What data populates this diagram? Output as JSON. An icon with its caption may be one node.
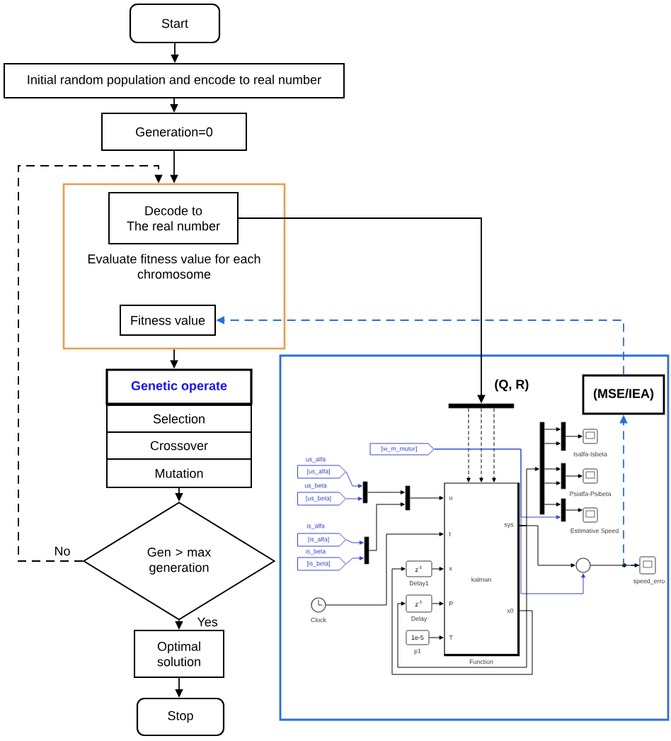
{
  "diagram": {
    "nodes": [
      {
        "text": [
          "Start"
        ]
      },
      {
        "text": [
          "Initial random population and encode to real number"
        ]
      },
      {
        "text": [
          "Generation=0"
        ]
      },
      {
        "text": [
          "Evaluate fitness value for each chromosome"
        ]
      },
      {
        "text": [
          "Decode to",
          "The real number"
        ],
        "in": 3
      },
      {
        "text": [
          "Fitness value"
        ],
        "in": 3
      },
      {
        "text": [
          "Genetic operate"
        ]
      },
      {
        "text": [
          "Selection"
        ]
      },
      {
        "text": [
          "Crossover"
        ]
      },
      {
        "text": [
          "Mutation"
        ]
      },
      {
        "text": [
          "Gen > max generation"
        ]
      },
      {
        "text": [
          "Optimal solution"
        ]
      },
      {
        "text": [
          "Stop"
        ]
      },
      {
        "text": [],
        "shape": "box"
      },
      {
        "text": [
          "(MSE/IEA)"
        ],
        "in": 13
      },
      {
        "text": [],
        "shape": "bar",
        "in": 13
      },
      {
        "text": [
          "kalman",
          "u",
          "t",
          "x",
          "P",
          "T",
          "sys",
          "x0"
        ],
        "beside": [
          "Function"
        ],
        "in": 13
      },
      {
        "text": [
          "[w_m_motor]"
        ],
        "in": 13
      },
      {
        "text": [
          "[us_alfa]"
        ],
        "beside": [
          "us_alfa"
        ],
        "in": 13
      },
      {
        "text": [
          "[us_beta]"
        ],
        "beside": [
          "us_beta"
        ],
        "in": 13
      },
      {
        "text": [
          "[is_alfa]"
        ],
        "beside": [
          "is_alfa"
        ],
        "in": 13
      },
      {
        "text": [
          "[is_beta]"
        ],
        "beside": [
          "is_beta"
        ],
        "in": 13
      },
      {
        "text": [],
        "shape": "bar",
        "in": 13
      },
      {
        "text": [],
        "shape": "bar",
        "in": 13
      },
      {
        "text": [],
        "shape": "bar",
        "in": 13
      },
      {
        "text": [],
        "shape": "circle",
        "beside": [
          "Clock"
        ],
        "in": 13
      },
      {
        "text": [
          "z$^{-1}$"
        ],
        "beside": [
          "Delay1"
        ],
        "in": 13
      },
      {
        "text": [
          "z$^{-1}$"
        ],
        "beside": [
          "Delay"
        ],
        "in": 13
      },
      {
        "text": [
          "1e-5"
        ],
        "beside": [
          "p1"
        ],
        "in": 13
      },
      {
        "text": [],
        "shape": "bar",
        "in": 13
      },
      {
        "text": [],
        "shape": "bar",
        "in": 13
      },
      {
        "text": [],
        "shape": "bar",
        "in": 13
      },
      {
        "text": [],
        "shape": "bar",
        "in": 13
      },
      {
        "text": [],
        "shape": "box",
        "beside": [
          "Isalfa-Isbeta"
        ],
        "in": 13
      },
      {
        "text": [],
        "shape": "box",
        "beside": [
          "Psialfa-Psibeta"
        ],
        "in": 13
      },
      {
        "text": [],
        "shape": "box",
        "beside": [
          "Estimative Speed"
        ],
        "in": 13
      },
      {
        "text": [],
        "shape": "circle",
        "in": 13
      },
      {
        "text": [],
        "shape": "box",
        "beside": [
          "speed_erro"
        ],
        "in": 13
      }
    ],
    "edges": [
      {
        "from": 0,
        "to": 1,
        "arrow": "to"
      },
      {
        "from": 1,
        "to": 2,
        "arrow": "to"
      },
      {
        "from": 2,
        "to": 3,
        "arrow": "to"
      },
      {
        "from": 3,
        "to": 6,
        "arrow": "to"
      },
      {
        "from": 9,
        "to": 10,
        "arrow": "to"
      },
      {
        "from": 10,
        "to": 11,
        "arrow": "to",
        "label": "Yes"
      },
      {
        "from": 10,
        "to": 3,
        "arrow": "to",
        "label": "No",
        "style": "dashed"
      },
      {
        "from": 4,
        "to": 15,
        "arrow": "to",
        "label": "(Q, R)"
      },
      {
        "from": 14,
        "to": 5,
        "arrow": "to",
        "style": "dashed",
        "color": "#2b6fd9"
      },
      {
        "from": 37,
        "to": 14,
        "arrow": "to",
        "style": "dashed",
        "color": "#2b6fd9"
      },
      {
        "from": 15,
        "to": 16,
        "arrow": "to",
        "style": "dashed"
      },
      {
        "from": 15,
        "to": 16,
        "arrow": "to",
        "style": "dashed"
      },
      {
        "from": 15,
        "to": 16,
        "arrow": "to",
        "style": "dashed"
      },
      {
        "from": 17,
        "to": 36,
        "arrow": "to",
        "color": "#3446c8"
      },
      {
        "from": 17,
        "to": 32,
        "arrow": "to",
        "color": "#3446c8"
      },
      {
        "from": 18,
        "to": 22,
        "arrow": "to",
        "color": "#3446c8"
      },
      {
        "from": 19,
        "to": 22,
        "arrow": "to",
        "color": "#3446c8"
      },
      {
        "from": 20,
        "to": 23,
        "arrow": "to",
        "color": "#3446c8"
      },
      {
        "from": 21,
        "to": 23,
        "arrow": "to",
        "color": "#3446c8"
      },
      {
        "from": 22,
        "to": 24,
        "arrow": "to"
      },
      {
        "from": 23,
        "to": 24,
        "arrow": "to"
      },
      {
        "from": 24,
        "to": 16,
        "arrow": "to"
      },
      {
        "from": 25,
        "to": 16,
        "arrow": "to"
      },
      {
        "from": 26,
        "to": 16,
        "arrow": "to"
      },
      {
        "from": 27,
        "to": 16,
        "arrow": "to"
      },
      {
        "from": 28,
        "to": 16,
        "arrow": "to"
      },
      {
        "from": 16,
        "to": 29,
        "arrow": "to"
      },
      {
        "from": 16,
        "to": 26,
        "arrow": "to"
      },
      {
        "from": 16,
        "to": 27,
        "arrow": "to"
      },
      {
        "from": 29,
        "to": 30,
        "arrow": "to"
      },
      {
        "from": 29,
        "to": 30,
        "arrow": "to"
      },
      {
        "from": 29,
        "to": 31,
        "arrow": "to"
      },
      {
        "from": 29,
        "to": 31,
        "arrow": "to"
      },
      {
        "from": 29,
        "to": 32,
        "arrow": "to"
      },
      {
        "from": 30,
        "to": 33,
        "arrow": "to"
      },
      {
        "from": 31,
        "to": 34,
        "arrow": "to"
      },
      {
        "from": 32,
        "to": 35,
        "arrow": "to"
      },
      {
        "from": 16,
        "to": 36,
        "arrow": "to"
      },
      {
        "from": 36,
        "to": 37,
        "arrow": "to"
      },
      {
        "from": 11,
        "to": 12,
        "arrow": "to"
      }
    ]
  }
}
